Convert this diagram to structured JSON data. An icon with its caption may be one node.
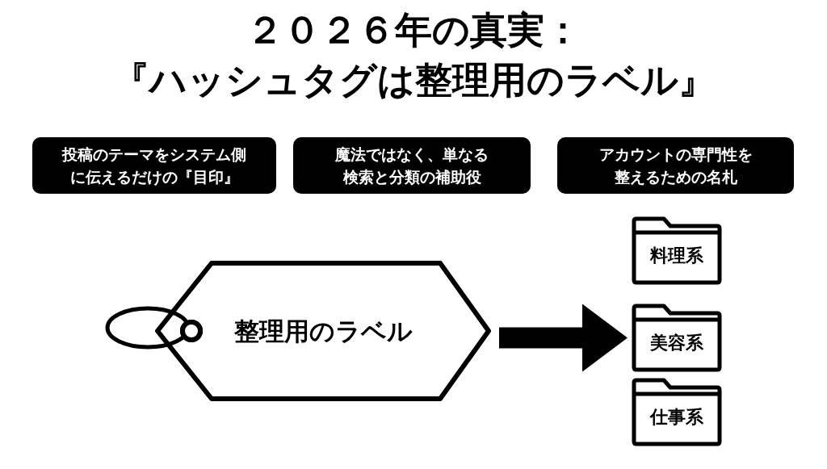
{
  "diagram": {
    "title": "２０２６年の真実：『ハッシュタグは整理用のラベル』",
    "nodes": [
      {
        "text": [
          "投稿のテーマをシステム側に伝えるだけの『目印』"
        ]
      },
      {
        "text": [
          "魔法ではなく、単なる検索と分類の補助役"
        ]
      },
      {
        "text": [
          "アカウントの専門性を整えるための名札"
        ]
      },
      {
        "text": [
          "整理用のラベル"
        ]
      },
      {
        "text": [
          "料理系"
        ]
      },
      {
        "text": [
          "美容系"
        ]
      },
      {
        "text": [
          "仕事系"
        ]
      }
    ],
    "edges": [
      {
        "from": 3,
        "to": 5,
        "arrow": "to"
      }
    ]
  }
}
